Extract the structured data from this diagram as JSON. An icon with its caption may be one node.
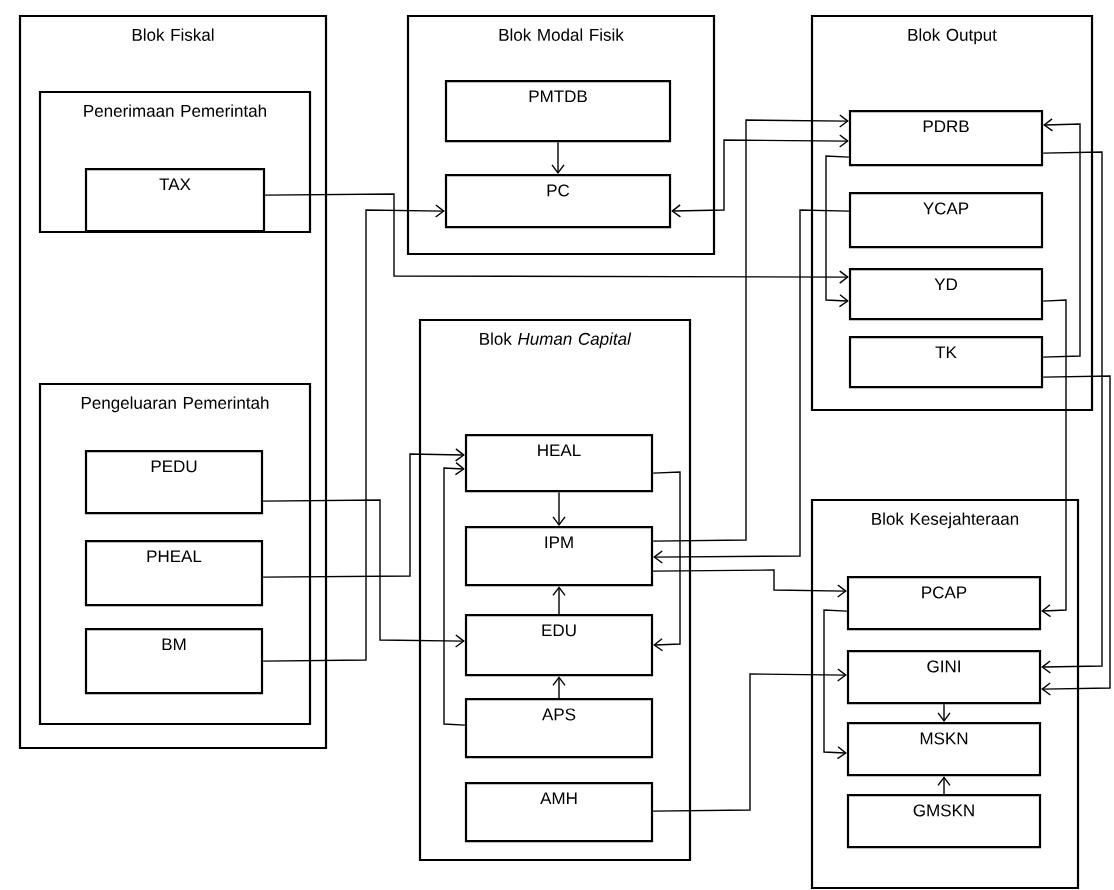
{
  "diagram": {
    "nodes": [
      {
        "text": [
          "Blok Fiskal"
        ]
      },
      {
        "text": [
          "Penerimaan Pemerintah"
        ],
        "in": 0
      },
      {
        "text": [
          "TAX"
        ],
        "in": 1
      },
      {
        "text": [
          "Pengeluaran Pemerintah"
        ],
        "in": 0
      },
      {
        "text": [
          "PEDU"
        ],
        "in": 3
      },
      {
        "text": [
          "PHEAL"
        ],
        "in": 3
      },
      {
        "text": [
          "BM"
        ],
        "in": 3
      },
      {
        "text": [
          "Blok Modal Fisik"
        ]
      },
      {
        "text": [
          "PMTDB"
        ],
        "in": 7
      },
      {
        "text": [
          "PC"
        ],
        "in": 7
      },
      {
        "text": [
          "Blok Output"
        ]
      },
      {
        "text": [
          "PDRB"
        ],
        "in": 10
      },
      {
        "text": [
          "YCAP"
        ],
        "in": 10
      },
      {
        "text": [
          "YD"
        ],
        "in": 10
      },
      {
        "text": [
          "TK"
        ],
        "in": 10
      },
      {
        "text": [
          "Blok *Human Capital*"
        ]
      },
      {
        "text": [
          "HEAL"
        ],
        "in": 15
      },
      {
        "text": [
          "IPM"
        ],
        "in": 15
      },
      {
        "text": [
          "EDU"
        ],
        "in": 15
      },
      {
        "text": [
          "APS"
        ],
        "in": 15
      },
      {
        "text": [
          "AMH"
        ],
        "in": 15
      },
      {
        "text": [
          "Blok Kesejahteraan"
        ]
      },
      {
        "text": [
          "PCAP"
        ],
        "in": 21
      },
      {
        "text": [
          "GINI"
        ],
        "in": 21
      },
      {
        "text": [
          "MSKN"
        ],
        "in": 21
      },
      {
        "text": [
          "GMSKN"
        ],
        "in": 21
      }
    ],
    "edges": [
      {
        "from": 8,
        "to": 9,
        "arrow": "to"
      },
      {
        "from": 2,
        "to": 13,
        "arrow": "to"
      },
      {
        "from": 6,
        "to": 9,
        "arrow": "to"
      },
      {
        "from": 9,
        "to": 11,
        "arrow": "both"
      },
      {
        "from": 17,
        "to": 11,
        "arrow": "to"
      },
      {
        "from": 12,
        "to": 17,
        "arrow": "to"
      },
      {
        "from": 11,
        "to": 13,
        "arrow": "to"
      },
      {
        "from": 11,
        "to": 23,
        "arrow": "to"
      },
      {
        "from": 14,
        "to": 11,
        "arrow": "to"
      },
      {
        "from": 14,
        "to": 23,
        "arrow": "to"
      },
      {
        "from": 13,
        "to": 22,
        "arrow": "to"
      },
      {
        "from": 17,
        "to": 22,
        "arrow": "to"
      },
      {
        "from": 22,
        "to": 24,
        "arrow": "to"
      },
      {
        "from": 23,
        "to": 24,
        "arrow": "to"
      },
      {
        "from": 25,
        "to": 24,
        "arrow": "to"
      },
      {
        "from": 20,
        "to": 23,
        "arrow": "to"
      },
      {
        "from": 16,
        "to": 17,
        "arrow": "to"
      },
      {
        "from": 18,
        "to": 17,
        "arrow": "to"
      },
      {
        "from": 19,
        "to": 18,
        "arrow": "to"
      },
      {
        "from": 16,
        "to": 18,
        "arrow": "to"
      },
      {
        "from": 4,
        "to": 18,
        "arrow": "to"
      },
      {
        "from": 5,
        "to": 16,
        "arrow": "to"
      },
      {
        "from": 19,
        "to": 16,
        "arrow": "to"
      }
    ]
  }
}
